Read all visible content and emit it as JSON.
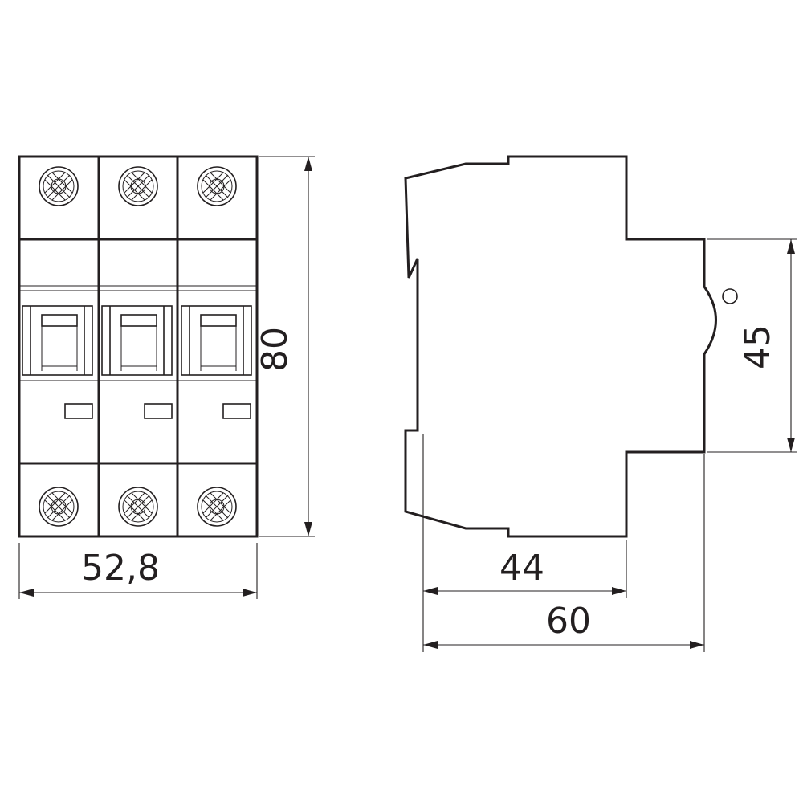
{
  "dimensions": {
    "front_width": "52,8",
    "front_height": "80",
    "side_depth_body": "44",
    "side_depth_total": "60",
    "side_height_front": "45"
  },
  "front_view": {
    "pole_count": 3
  },
  "colors": {
    "line": "#231f20",
    "background": "#ffffff"
  }
}
